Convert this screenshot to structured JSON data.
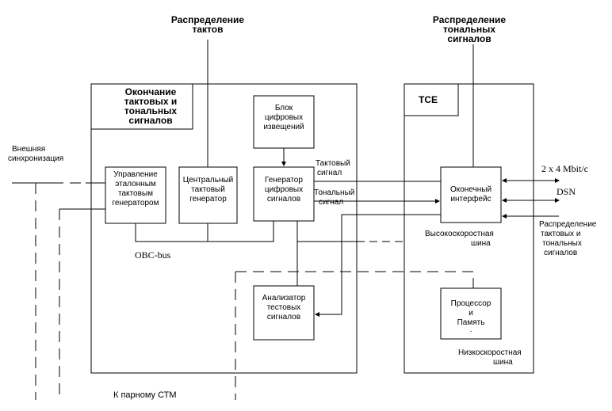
{
  "top_labels": {
    "clock_distribution": [
      "Распределение",
      "тактов"
    ],
    "tone_distribution": [
      "Распределение",
      "тональных",
      "сигналов"
    ]
  },
  "main_block": {
    "title": [
      "Окончание",
      "тактовых  и",
      "тональных",
      "сигналов"
    ],
    "external_sync": [
      "Внешняя",
      "синхронизация"
    ],
    "ref_clock_control": [
      "Управление",
      "эталонным",
      "тактовым",
      "генератором"
    ],
    "central_clock": [
      "Центральный",
      "тактовый",
      "генератор"
    ],
    "digital_announce_block": [
      "Блок",
      "цифровых",
      "извещений"
    ],
    "digital_signal_gen": [
      "Генератор",
      "цифровых",
      "сигналов"
    ],
    "test_signal_analyzer": [
      "Анализатор",
      "тестовых",
      "сигналов"
    ],
    "clock_signal": [
      "Тактовый",
      "сигнал"
    ],
    "tone_signal": [
      "Тональный",
      "сигнал"
    ],
    "obc_bus": "OBC-bus",
    "to_pair_ctm": "К  парному  СТМ"
  },
  "tce_block": {
    "title": "TCE",
    "terminal_interface": [
      "Оконечный",
      "интерфейс"
    ],
    "high_speed_bus": [
      "Высокоскоростная",
      "шина"
    ],
    "processor_memory": [
      "Процессор",
      "и",
      "Память",
      "."
    ],
    "low_speed_bus": [
      "Низкоскоростная",
      "шина"
    ]
  },
  "right_labels": {
    "link": "2 x 4 Mbit/c",
    "dsn": "DSN",
    "tone_clock_distribution": [
      "Распределение",
      "тактовых  и",
      "тональных",
      "сигналов"
    ]
  }
}
